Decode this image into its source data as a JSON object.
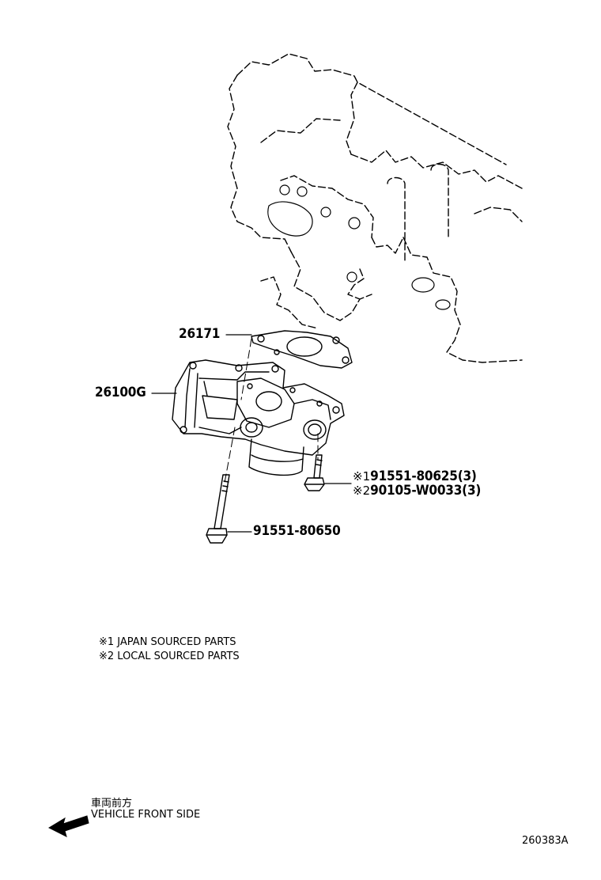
{
  "callouts": {
    "gasket": "26171",
    "egr_valve": "26100G",
    "bolt_long": "91551-80650",
    "bolt_short_japan": "91551-80625(3)",
    "bolt_short_local": "90105-W0033(3)",
    "mark_1": "※1",
    "mark_2": "※2"
  },
  "notes": {
    "japan": "※1 JAPAN SOURCED PARTS",
    "local": "※2 LOCAL SOURCED PARTS"
  },
  "direction": {
    "japanese": "車両前方",
    "english": "VEHICLE FRONT SIDE"
  },
  "figure_code": "260383A"
}
